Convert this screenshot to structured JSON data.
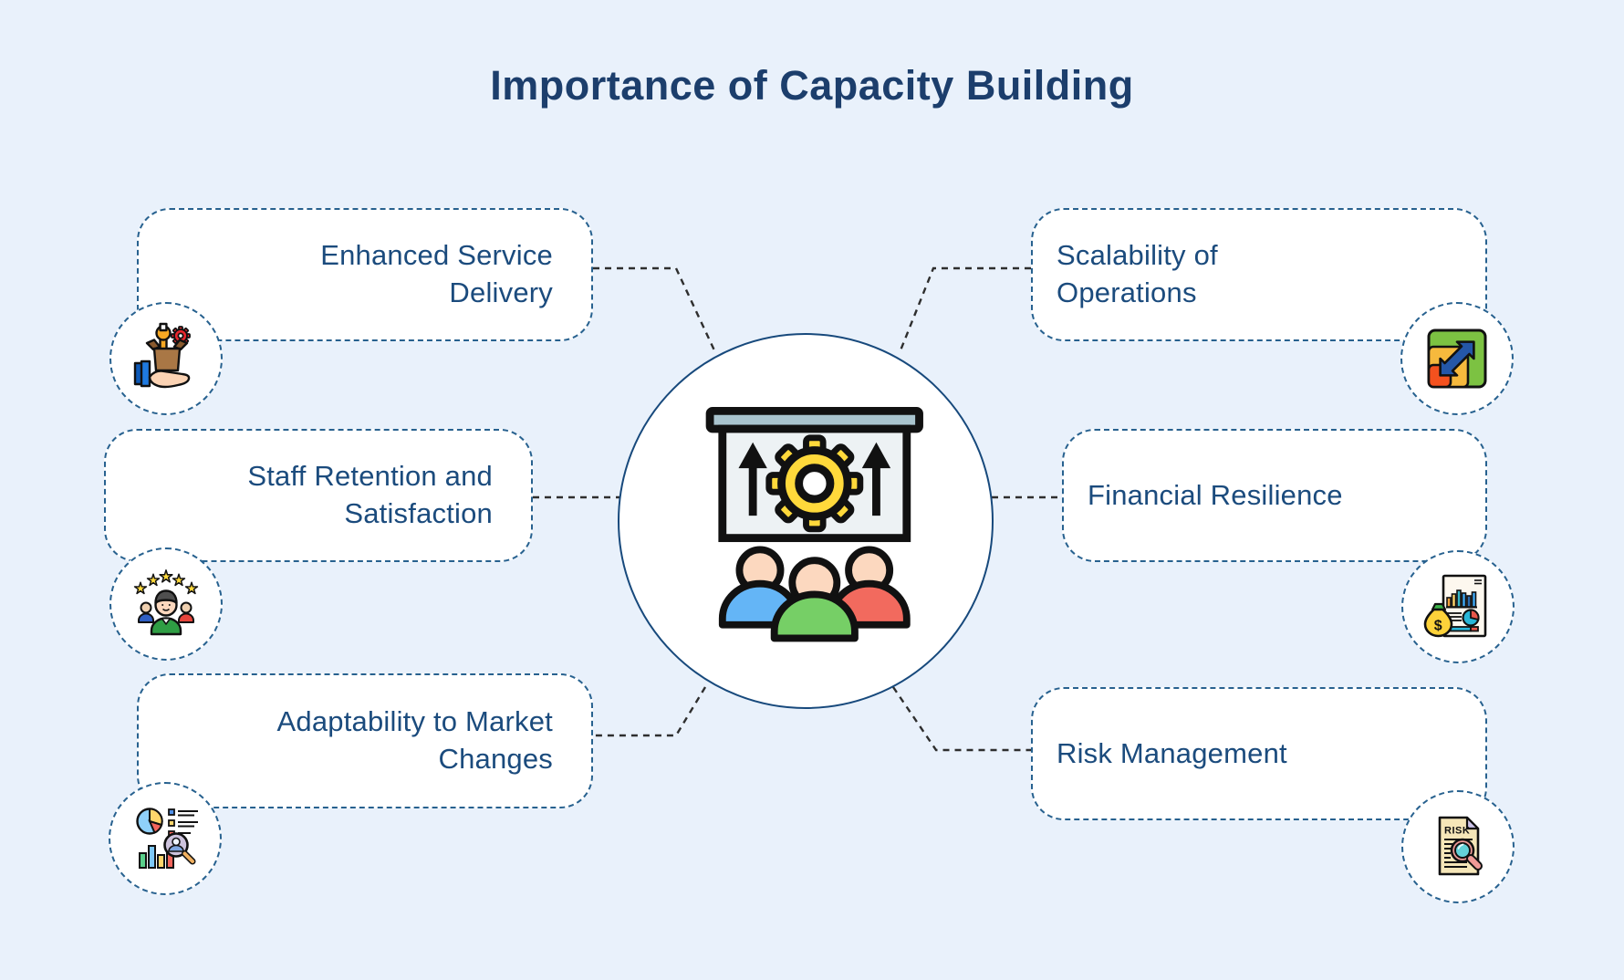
{
  "title": "Importance of Capacity Building",
  "center": {
    "icon": "team-training-presentation-icon"
  },
  "items": [
    {
      "id": "enhanced-service-delivery",
      "label": "Enhanced Service Delivery",
      "side": "left",
      "icon": "hand-delivering-toolbox-icon"
    },
    {
      "id": "staff-retention-and-satisfaction",
      "label": "Staff Retention and Satisfaction",
      "side": "left",
      "icon": "employee-rating-stars-icon"
    },
    {
      "id": "adaptability-to-market-changes",
      "label": "Adaptability to Market Changes",
      "side": "left",
      "icon": "market-analysis-charts-icon"
    },
    {
      "id": "scalability-of-operations",
      "label": "Scalability of Operations",
      "side": "right",
      "icon": "scaling-squares-arrow-icon"
    },
    {
      "id": "financial-resilience",
      "label": "Financial Resilience",
      "side": "right",
      "icon": "financial-report-money-bag-icon"
    },
    {
      "id": "risk-management",
      "label": "Risk Management",
      "side": "right",
      "icon": "risk-document-magnifier-icon"
    }
  ],
  "icon_text": {
    "risk_document": "RISK",
    "money_bag_symbol": "$"
  },
  "colors": {
    "background": "#e9f1fb",
    "box_fill": "#ffffff",
    "box_border": "#27618f",
    "label_text": "#1b4b7d",
    "title_text": "#1c3e6c",
    "connector": "#2e2e2e",
    "center_circle_border": "#17497c",
    "gear_yellow": "#ffd93b",
    "person_blue": "#64b5f6",
    "person_green": "#76cf66",
    "person_red": "#f26a5e"
  }
}
